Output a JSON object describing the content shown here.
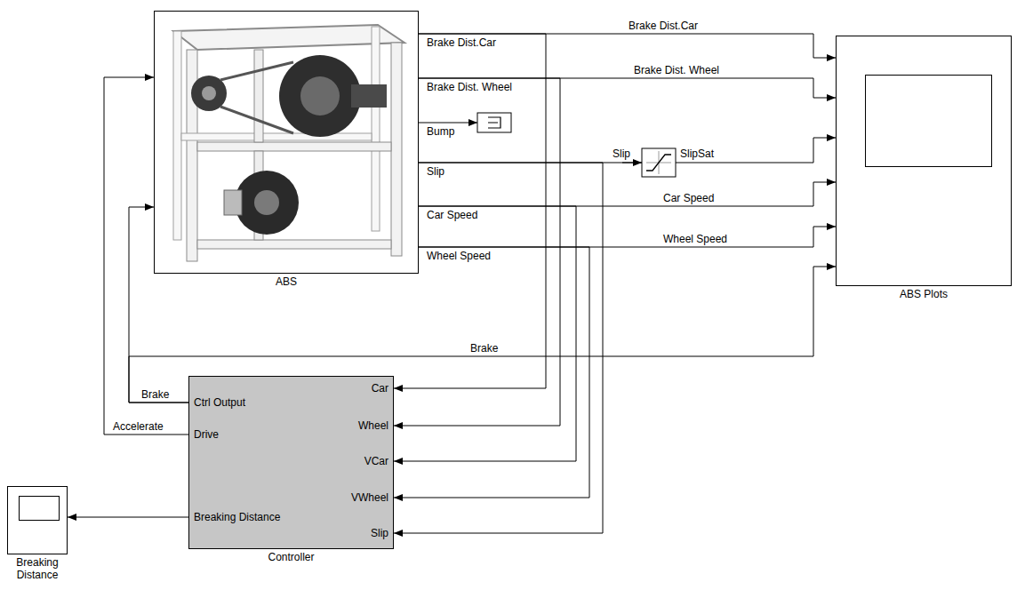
{
  "diagram": {
    "nodes": [
      {
        "text": [
          "ABS"
        ]
      },
      {
        "text": [
          "ABS Plots"
        ]
      },
      {
        "text": [
          "Controller",
          "Ctrl Output",
          "Drive",
          "Breaking Distance",
          "Car",
          "Wheel",
          "VCar",
          "VWheel",
          "Slip"
        ]
      },
      {
        "text": [
          "Breaking Distance"
        ]
      }
    ],
    "edges": [
      {
        "from": 0,
        "to": 1,
        "arrow": "to",
        "label": "Brake Dist.Car"
      },
      {
        "from": 0,
        "to": 1,
        "arrow": "to",
        "label": "Brake Dist. Wheel"
      },
      {
        "from": 0,
        "to": 1,
        "arrow": "to"
      },
      {
        "from": 0,
        "to": 1,
        "arrow": "to",
        "label": "Car Speed"
      },
      {
        "from": 0,
        "to": 1,
        "arrow": "to",
        "label": "Wheel Speed"
      },
      {
        "from": 2,
        "to": 1,
        "arrow": "to",
        "label": "Brake"
      },
      {
        "from": 2,
        "to": 0,
        "arrow": "to",
        "label": "Brake"
      },
      {
        "from": 2,
        "to": 0,
        "arrow": "to",
        "label": "Accelerate"
      },
      {
        "from": 0,
        "to": 2,
        "arrow": "to"
      },
      {
        "from": 0,
        "to": 2,
        "arrow": "to"
      },
      {
        "from": 0,
        "to": 2,
        "arrow": "to"
      },
      {
        "from": 0,
        "to": 2,
        "arrow": "to"
      },
      {
        "from": 0,
        "to": 2,
        "arrow": "to"
      },
      {
        "from": 2,
        "to": 3,
        "arrow": "to"
      }
    ],
    "labels": [
      "Brake Dist.Car",
      "Brake Dist. Wheel",
      "Bump",
      "Slip",
      "Car Speed",
      "Wheel Speed",
      "Slip",
      "SlipSat"
    ]
  }
}
